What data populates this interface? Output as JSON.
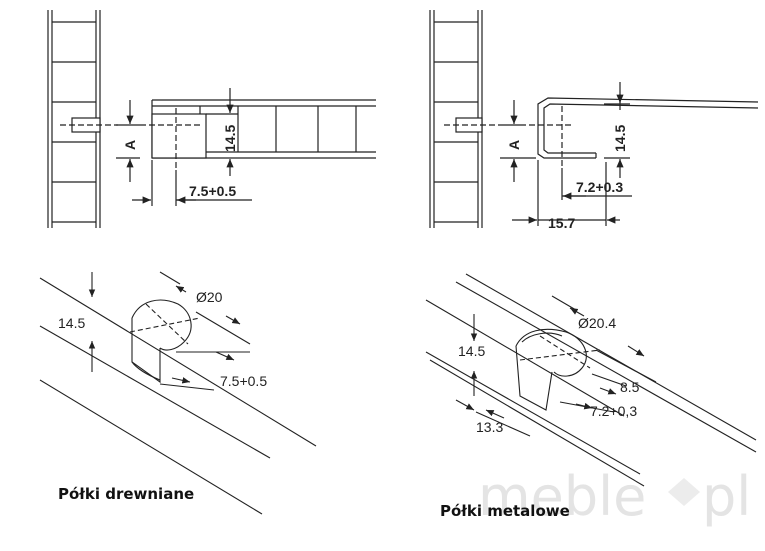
{
  "wood": {
    "caption": "Półki drewniane",
    "dim_height": "14.5",
    "dim_a": "A",
    "dim_offset": "7.5+0.5",
    "iso_height": "14.5",
    "iso_diameter": "Ø20",
    "iso_offset": "7.5+0.5"
  },
  "metal": {
    "caption": "Półki metalowe",
    "dim_height": "14.5",
    "dim_a": "A",
    "dim_offset": "7.2+0.3",
    "dim_width": "15.7",
    "iso_height": "14.5",
    "iso_diameter": "Ø20.4",
    "iso_depth": "8.5",
    "iso_offset": "7.2+0,3",
    "iso_width": "13.3"
  },
  "watermark": {
    "brand": "meble",
    "tld": "pl"
  },
  "colors": {
    "line": "#222222",
    "watermark": "#e4e4e4"
  }
}
